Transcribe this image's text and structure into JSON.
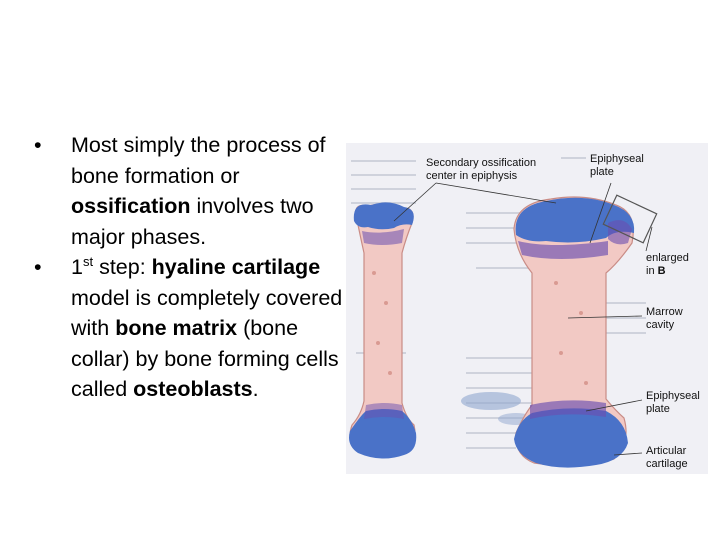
{
  "bullets": [
    {
      "segments": [
        {
          "text": "Most simply the process of bone formation or ",
          "bold": false
        },
        {
          "text": "ossification",
          "bold": true
        },
        {
          "text": " involves two major phases.",
          "bold": false
        }
      ]
    },
    {
      "segments": [
        {
          "text": "1",
          "bold": false
        },
        {
          "text": "st",
          "bold": false,
          "sup": true
        },
        {
          "text": " step: ",
          "bold": false
        },
        {
          "text": "hyaline cartilage",
          "bold": true
        },
        {
          "text": " model is completely covered with ",
          "bold": false
        },
        {
          "text": "bone matrix",
          "bold": true
        },
        {
          "text": " (bone collar) by bone forming cells called ",
          "bold": false
        },
        {
          "text": "osteoblasts",
          "bold": true
        },
        {
          "text": ".",
          "bold": false
        }
      ]
    }
  ],
  "figure": {
    "labels": {
      "secondary_line1": "Secondary ossification",
      "secondary_line2": "center in epiphysis",
      "epiphyseal_top_line1": "Epiphyseal",
      "epiphyseal_top_line2": "plate",
      "enlarged_line1": "enlarged",
      "enlarged_line2_prefix": "in ",
      "enlarged_line2_bold": "B",
      "marrow_line1": "Marrow",
      "marrow_line2": "cavity",
      "epiphyseal_bottom_line1": "Epiphyseal",
      "epiphyseal_bottom_line2": "plate",
      "articular_line1": "Articular",
      "articular_line2": "cartilage"
    },
    "colors": {
      "bone": "#f2c9c4",
      "cartilage": "#4a72c8",
      "plate": "#6a4fb0",
      "background": "#f0f0f5"
    }
  }
}
